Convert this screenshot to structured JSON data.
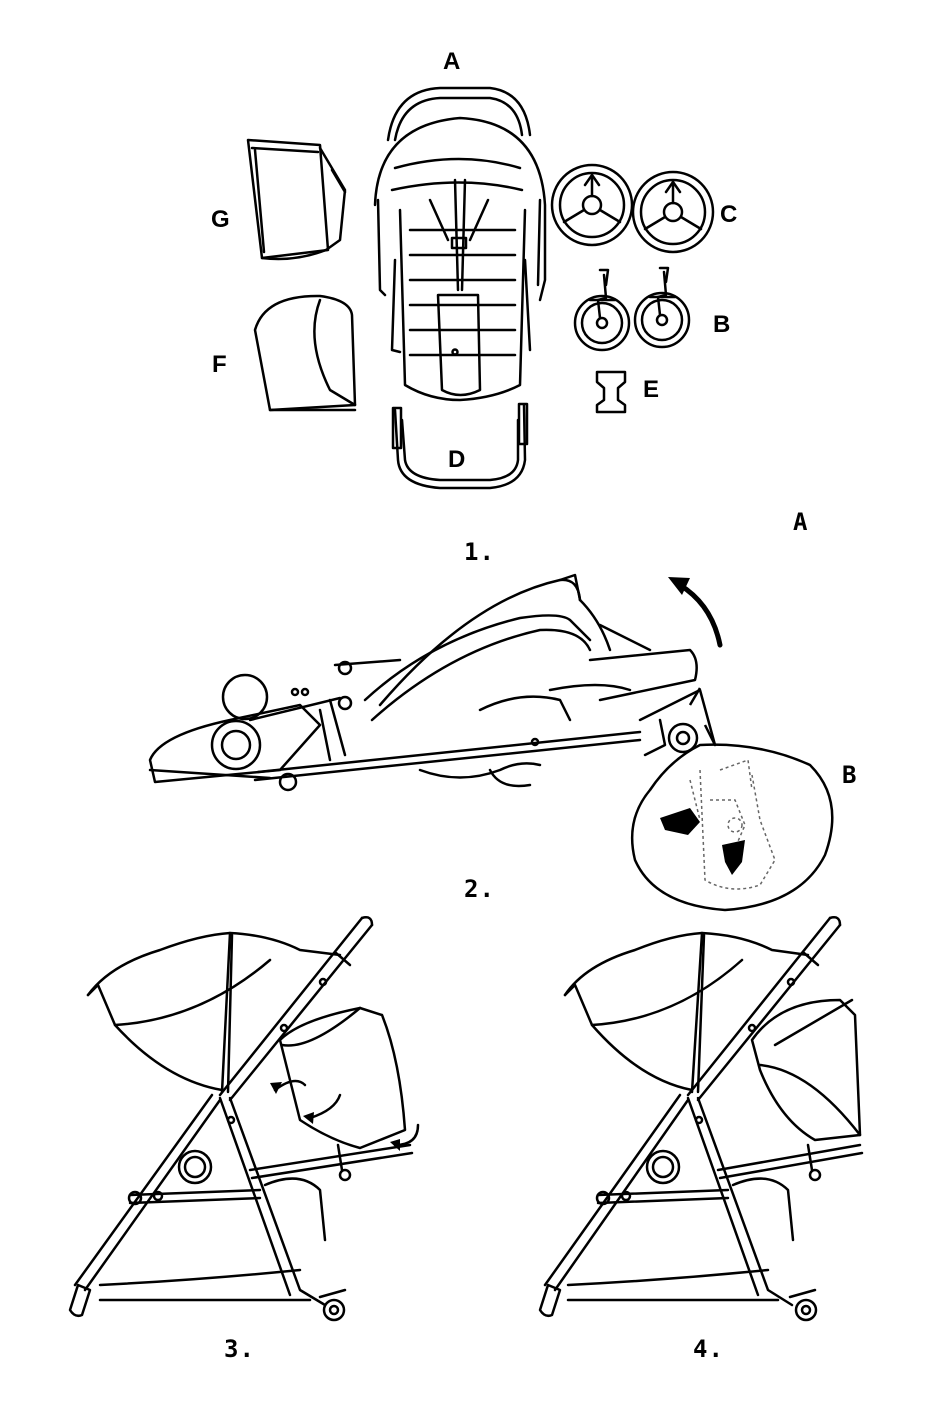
{
  "parts": {
    "a": "A",
    "b": "B",
    "c": "C",
    "d": "D",
    "e": "E",
    "f": "F",
    "g": "G"
  },
  "steps": {
    "step1": "1.",
    "step2": "2.",
    "step3": "3.",
    "step4": "4."
  },
  "callouts": {
    "a": "A",
    "b": "B"
  },
  "colors": {
    "ink": "#000000",
    "paper": "#ffffff"
  }
}
